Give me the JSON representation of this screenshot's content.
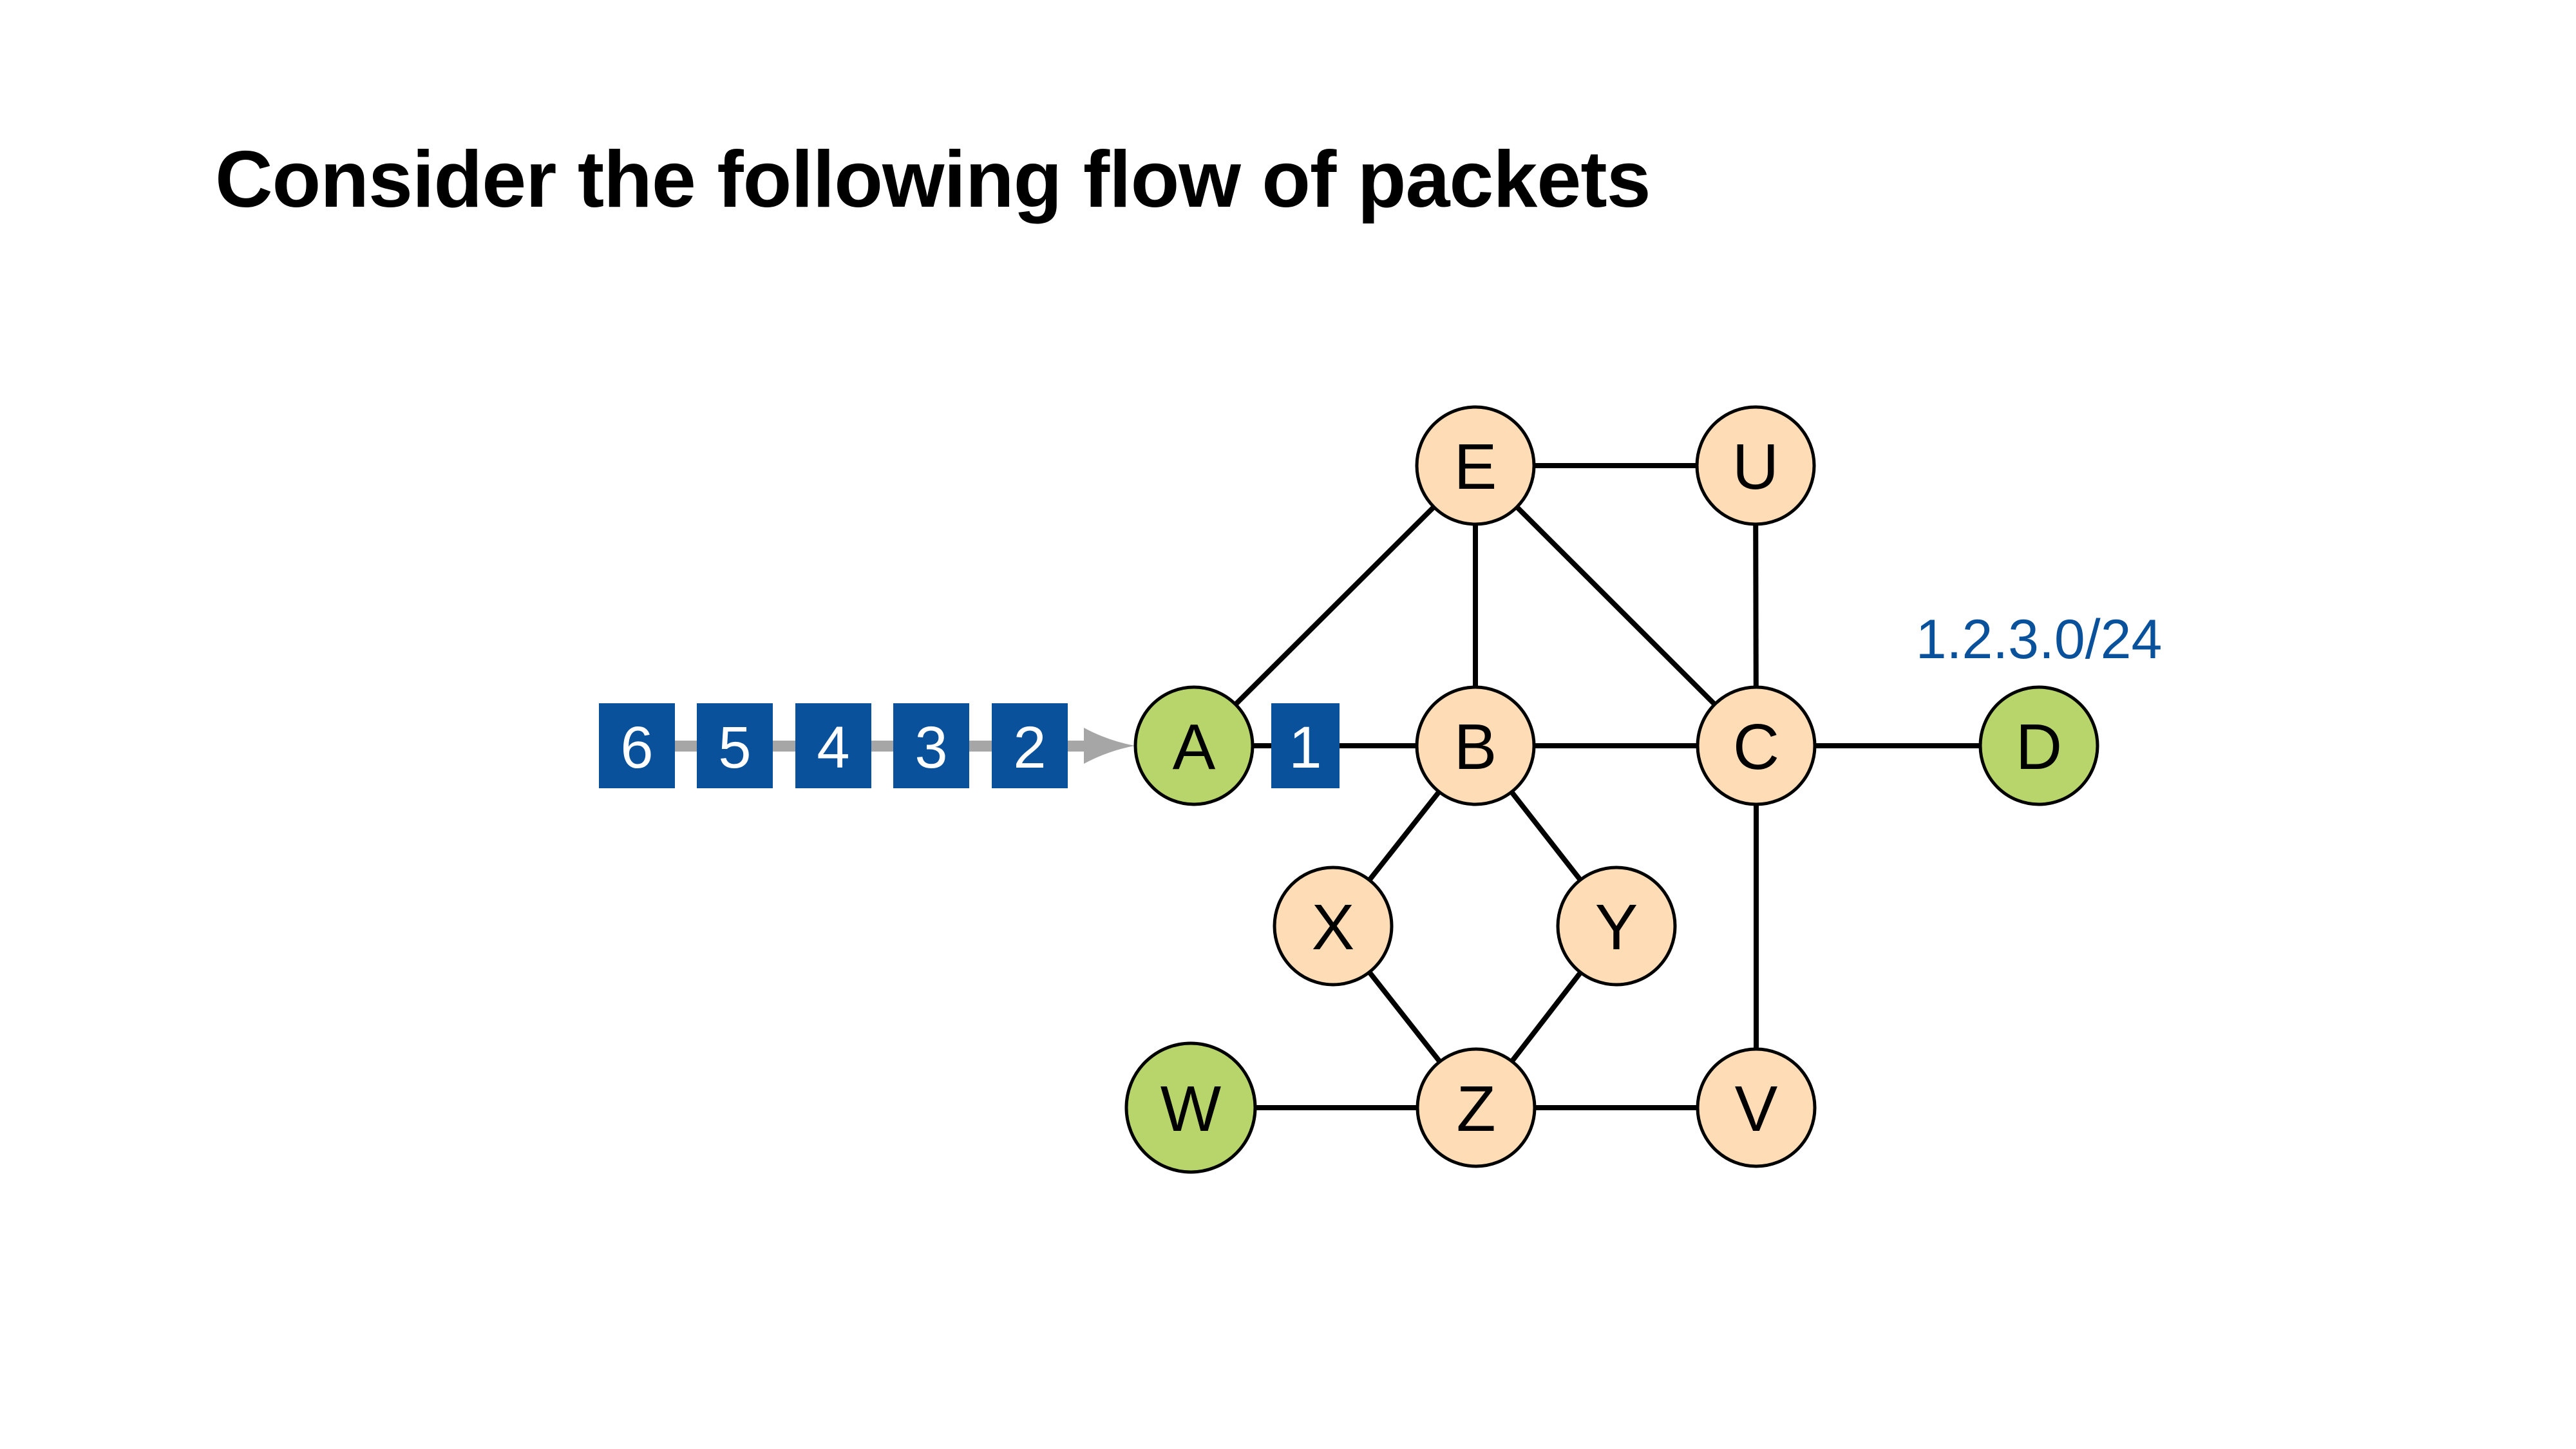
{
  "title": "Consider the following flow of packets",
  "colors": {
    "router_fill": "#FDDCB6",
    "host_fill": "#B8D56B",
    "packet_fill": "#0A519C",
    "arrow": "#A6A6A6",
    "prefix_text": "#0A519C"
  },
  "prefix_label": "1.2.3.0/24",
  "nodes": [
    {
      "id": "E",
      "label": "E",
      "kind": "router"
    },
    {
      "id": "U",
      "label": "U",
      "kind": "router"
    },
    {
      "id": "A",
      "label": "A",
      "kind": "host"
    },
    {
      "id": "B",
      "label": "B",
      "kind": "router"
    },
    {
      "id": "C",
      "label": "C",
      "kind": "router"
    },
    {
      "id": "D",
      "label": "D",
      "kind": "host"
    },
    {
      "id": "X",
      "label": "X",
      "kind": "router"
    },
    {
      "id": "Y",
      "label": "Y",
      "kind": "router"
    },
    {
      "id": "W",
      "label": "W",
      "kind": "host"
    },
    {
      "id": "Z",
      "label": "Z",
      "kind": "router"
    },
    {
      "id": "V",
      "label": "V",
      "kind": "router"
    }
  ],
  "edges": [
    [
      "E",
      "U"
    ],
    [
      "E",
      "A"
    ],
    [
      "E",
      "B"
    ],
    [
      "E",
      "C"
    ],
    [
      "U",
      "C"
    ],
    [
      "A",
      "B"
    ],
    [
      "B",
      "C"
    ],
    [
      "C",
      "D"
    ],
    [
      "B",
      "X"
    ],
    [
      "B",
      "Y"
    ],
    [
      "X",
      "Z"
    ],
    [
      "Y",
      "Z"
    ],
    [
      "W",
      "Z"
    ],
    [
      "Z",
      "V"
    ],
    [
      "C",
      "V"
    ]
  ],
  "queued_packets": [
    "6",
    "5",
    "4",
    "3",
    "2"
  ],
  "in_flight_packet": "1"
}
